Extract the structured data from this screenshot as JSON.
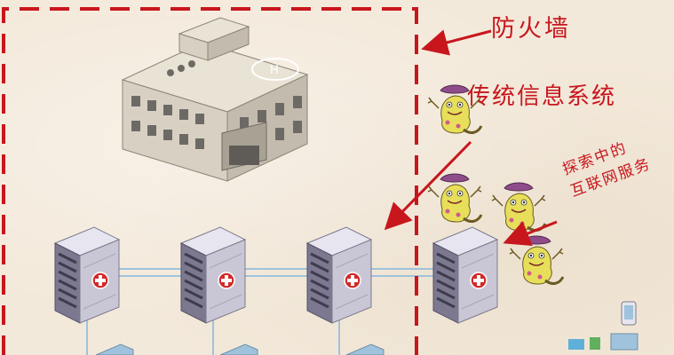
{
  "labels": {
    "firewall": "防火墙",
    "legacy_system": "传统信息系统",
    "internet_line1": "探索中的",
    "internet_line2": "互联网服务"
  },
  "colors": {
    "annotation_red": "#c8161d",
    "background": "#f3e9da",
    "server_body": "#c9c6d6",
    "network_line": "#9fc3dc"
  },
  "icons": [
    "hospital-building-icon",
    "server-icon",
    "malware-monster-icon",
    "arrow-icon"
  ]
}
